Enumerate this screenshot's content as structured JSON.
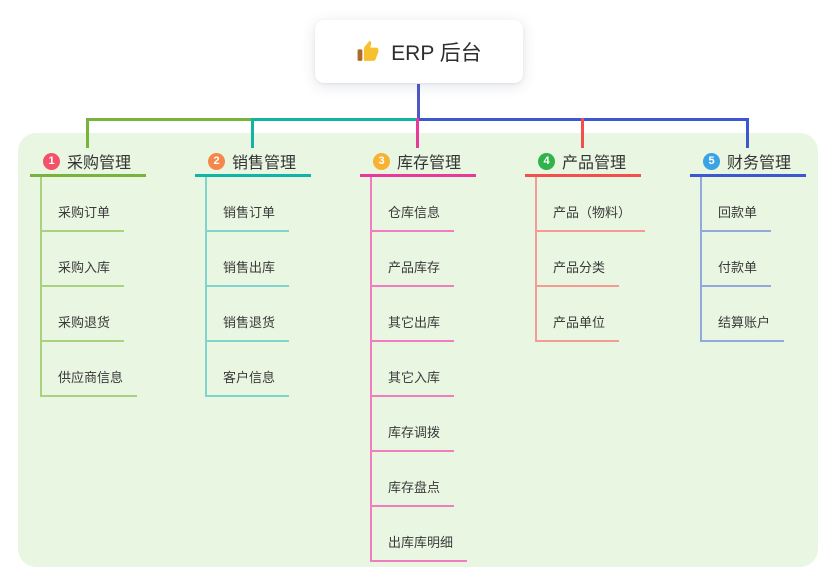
{
  "canvas": {
    "background": "#ffffff",
    "panel_background": "#e9f6e2",
    "trunk_color": "#4e58c6",
    "text_color": "#333333"
  },
  "root": {
    "title": "ERP 后台",
    "icon": "thumbs-up-icon",
    "icon_colors": {
      "hand": "#f7c02e",
      "sleeve": "#b06a28"
    }
  },
  "branches": [
    {
      "index": "1",
      "label": "采购管理",
      "badge_color": "#f3536a",
      "line_color": "#77b43e",
      "child_line_color": "#a9d27f",
      "children": [
        "采购订单",
        "采购入库",
        "采购退货",
        "供应商信息"
      ]
    },
    {
      "index": "2",
      "label": "销售管理",
      "badge_color": "#f6874b",
      "line_color": "#12b4a6",
      "child_line_color": "#7fd5cb",
      "children": [
        "销售订单",
        "销售出库",
        "销售退货",
        "客户信息"
      ]
    },
    {
      "index": "3",
      "label": "库存管理",
      "badge_color": "#f8b133",
      "line_color": "#e83a98",
      "child_line_color": "#ef7dbf",
      "children": [
        "仓库信息",
        "产品库存",
        "其它出库",
        "其它入库",
        "库存调拨",
        "库存盘点",
        "出库库明细"
      ]
    },
    {
      "index": "4",
      "label": "产品管理",
      "badge_color": "#31b34c",
      "line_color": "#f0504e",
      "child_line_color": "#f49b94",
      "children": [
        "产品（物料）",
        "产品分类",
        "产品单位"
      ]
    },
    {
      "index": "5",
      "label": "财务管理",
      "badge_color": "#39a3e3",
      "line_color": "#3d57d0",
      "child_line_color": "#90aade",
      "children": [
        "回款单",
        "付款单",
        "结算账户"
      ]
    }
  ]
}
